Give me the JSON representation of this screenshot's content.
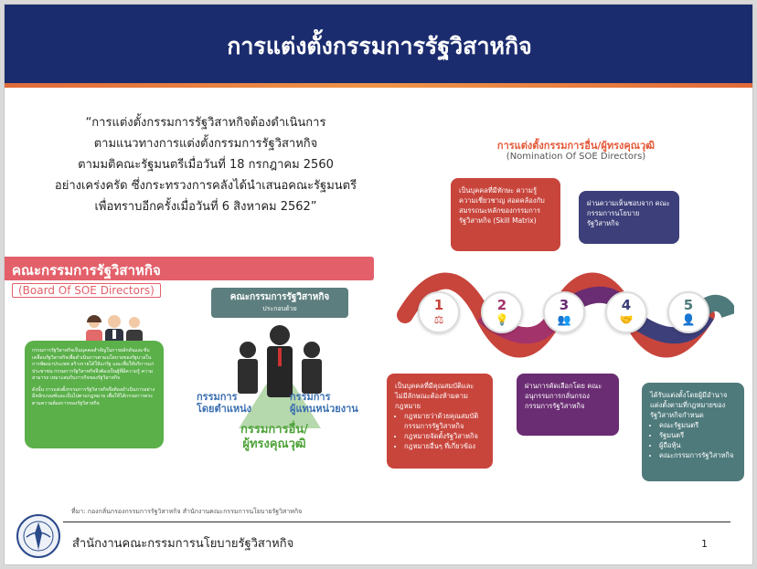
{
  "header": {
    "title": "การแต่งตั้งกรรมการรัฐวิสาหกิจ",
    "strip_color": "#e06a3a",
    "bg_color": "#1b2c6e"
  },
  "quote": {
    "lines": [
      "“การแต่งตั้งกรรมการรัฐวิสาหกิจต้องดำเนินการ",
      "ตามแนวทางการแต่งตั้งกรรมการรัฐวิสาหกิจ",
      "ตามมติคณะรัฐมนตรีเมื่อวันที่ 18 กรกฎาคม 2560",
      "อย่างเคร่งครัด ซึ่งกระทรวงการคลังได้นำเสนอคณะรัฐมนตรี",
      "เพื่อทราบอีกครั้งเมื่อวันที่ 6 สิงหาคม 2562”"
    ]
  },
  "board": {
    "title_thai": "คณะกรรมการรัฐวิสาหกิจ",
    "title_eng": "(Board Of SOE Directors)",
    "green_box": {
      "p1": "กรรมการรัฐวิสาหกิจเป็นบุคคลสำคัญในการผลักดันและขับเคลื่อนรัฐวิสาหกิจเพื่อดำเนินการตามนโยบายของรัฐบาลในการพัฒนาประเทศ สร้างรายได้ให้แก่รัฐ และเพื่อให้บริการแก่ประชาชน กรรมการรัฐวิสาหกิจจึงต้องเป็นผู้ที่มีความรู้ ความสามารถ เหมาะสมกับภารกิจของรัฐวิสาหกิจ",
      "p2": "ดังนั้น การแต่งตั้งกรรมการรัฐวิสาหกิจจึงต้องดำเนินการอย่างมีหลักเกณฑ์และเป็นไปตามกฎหมาย เพื่อให้ได้กรรมการตรงตามความต้องการของรัฐวิสาหกิจ"
    },
    "composed_title": "คณะกรรมการรัฐวิสาหกิจ",
    "composed_sub": "ประกอบด้วย",
    "ex_officio": [
      "กรรมการ",
      "โดยตำแหน่ง"
    ],
    "representative": [
      "กรรมการ",
      "ผู้แทนหน่วยงาน"
    ],
    "independent": [
      "กรรมการอื่น/",
      "ผู้ทรงคุณวุฒิ"
    ]
  },
  "nomination": {
    "title_thai": "การแต่งตั้งกรรมการอื่น/ผู้ทรงคุณวุฒิ",
    "title_eng": "(Nomination Of SOE Directors)",
    "steps": [
      {
        "num": "1",
        "icon": "gavel-icon",
        "glyph": "⚖",
        "color": "#c8453c"
      },
      {
        "num": "2",
        "icon": "idea-icon",
        "glyph": "💡",
        "color": "#a3336b"
      },
      {
        "num": "3",
        "icon": "meeting-icon",
        "glyph": "👥",
        "color": "#6a2c72"
      },
      {
        "num": "4",
        "icon": "handshake-icon",
        "glyph": "🤝",
        "color": "#3d3f7a"
      },
      {
        "num": "5",
        "icon": "person-icon",
        "glyph": "👤",
        "color": "#4f7a7c"
      }
    ],
    "card_skill": "เป็นบุคคลที่มีทักษะ ความรู้ ความเชี่ยวชาญ สอดคล้องกับสมรรถนะหลักของกรรมการรัฐวิสาหกิจ (Skill Matrix)",
    "card_policy": "ผ่านความเห็นชอบจาก คณะกรรมการนโยบายรัฐวิสาหกิจ",
    "card_qual_title": "เป็นบุคคลที่มีคุณสมบัติและไม่มีลักษณะต้องห้ามตามกฎหมาย",
    "card_qual_items": [
      "กฎหมายว่าด้วยคุณสมบัติกรรมการรัฐวิสาหกิจ",
      "กฎหมายจัดตั้งรัฐวิสาหกิจ",
      "กฎหมายอื่นๆ ที่เกี่ยวข้อง"
    ],
    "card_select": "ผ่านการคัดเลือกโดย คณะอนุกรรมการกลั่นกรองกรรมการรัฐวิสาหกิจ",
    "card_appoint_title": "ได้รับแต่งตั้งโดยผู้มีอำนาจแต่งตั้งตามที่กฎหมายของรัฐวิสาหกิจกำหนด",
    "card_appoint_items": [
      "คณะรัฐมนตรี",
      "รัฐมนตรี",
      "ผู้ถือหุ้น",
      "คณะกรรมการรัฐวิสาหกิจ"
    ]
  },
  "footer": {
    "source": "ที่มา: กองกลั่นกรองกรรมการรัฐวิสาหกิจ สำนักงานคณะกรรมการนโยบายรัฐวิสาหกิจ",
    "org": "สำนักงานคณะกรรมการนโยบายรัฐวิสาหกิจ",
    "page": "1"
  }
}
